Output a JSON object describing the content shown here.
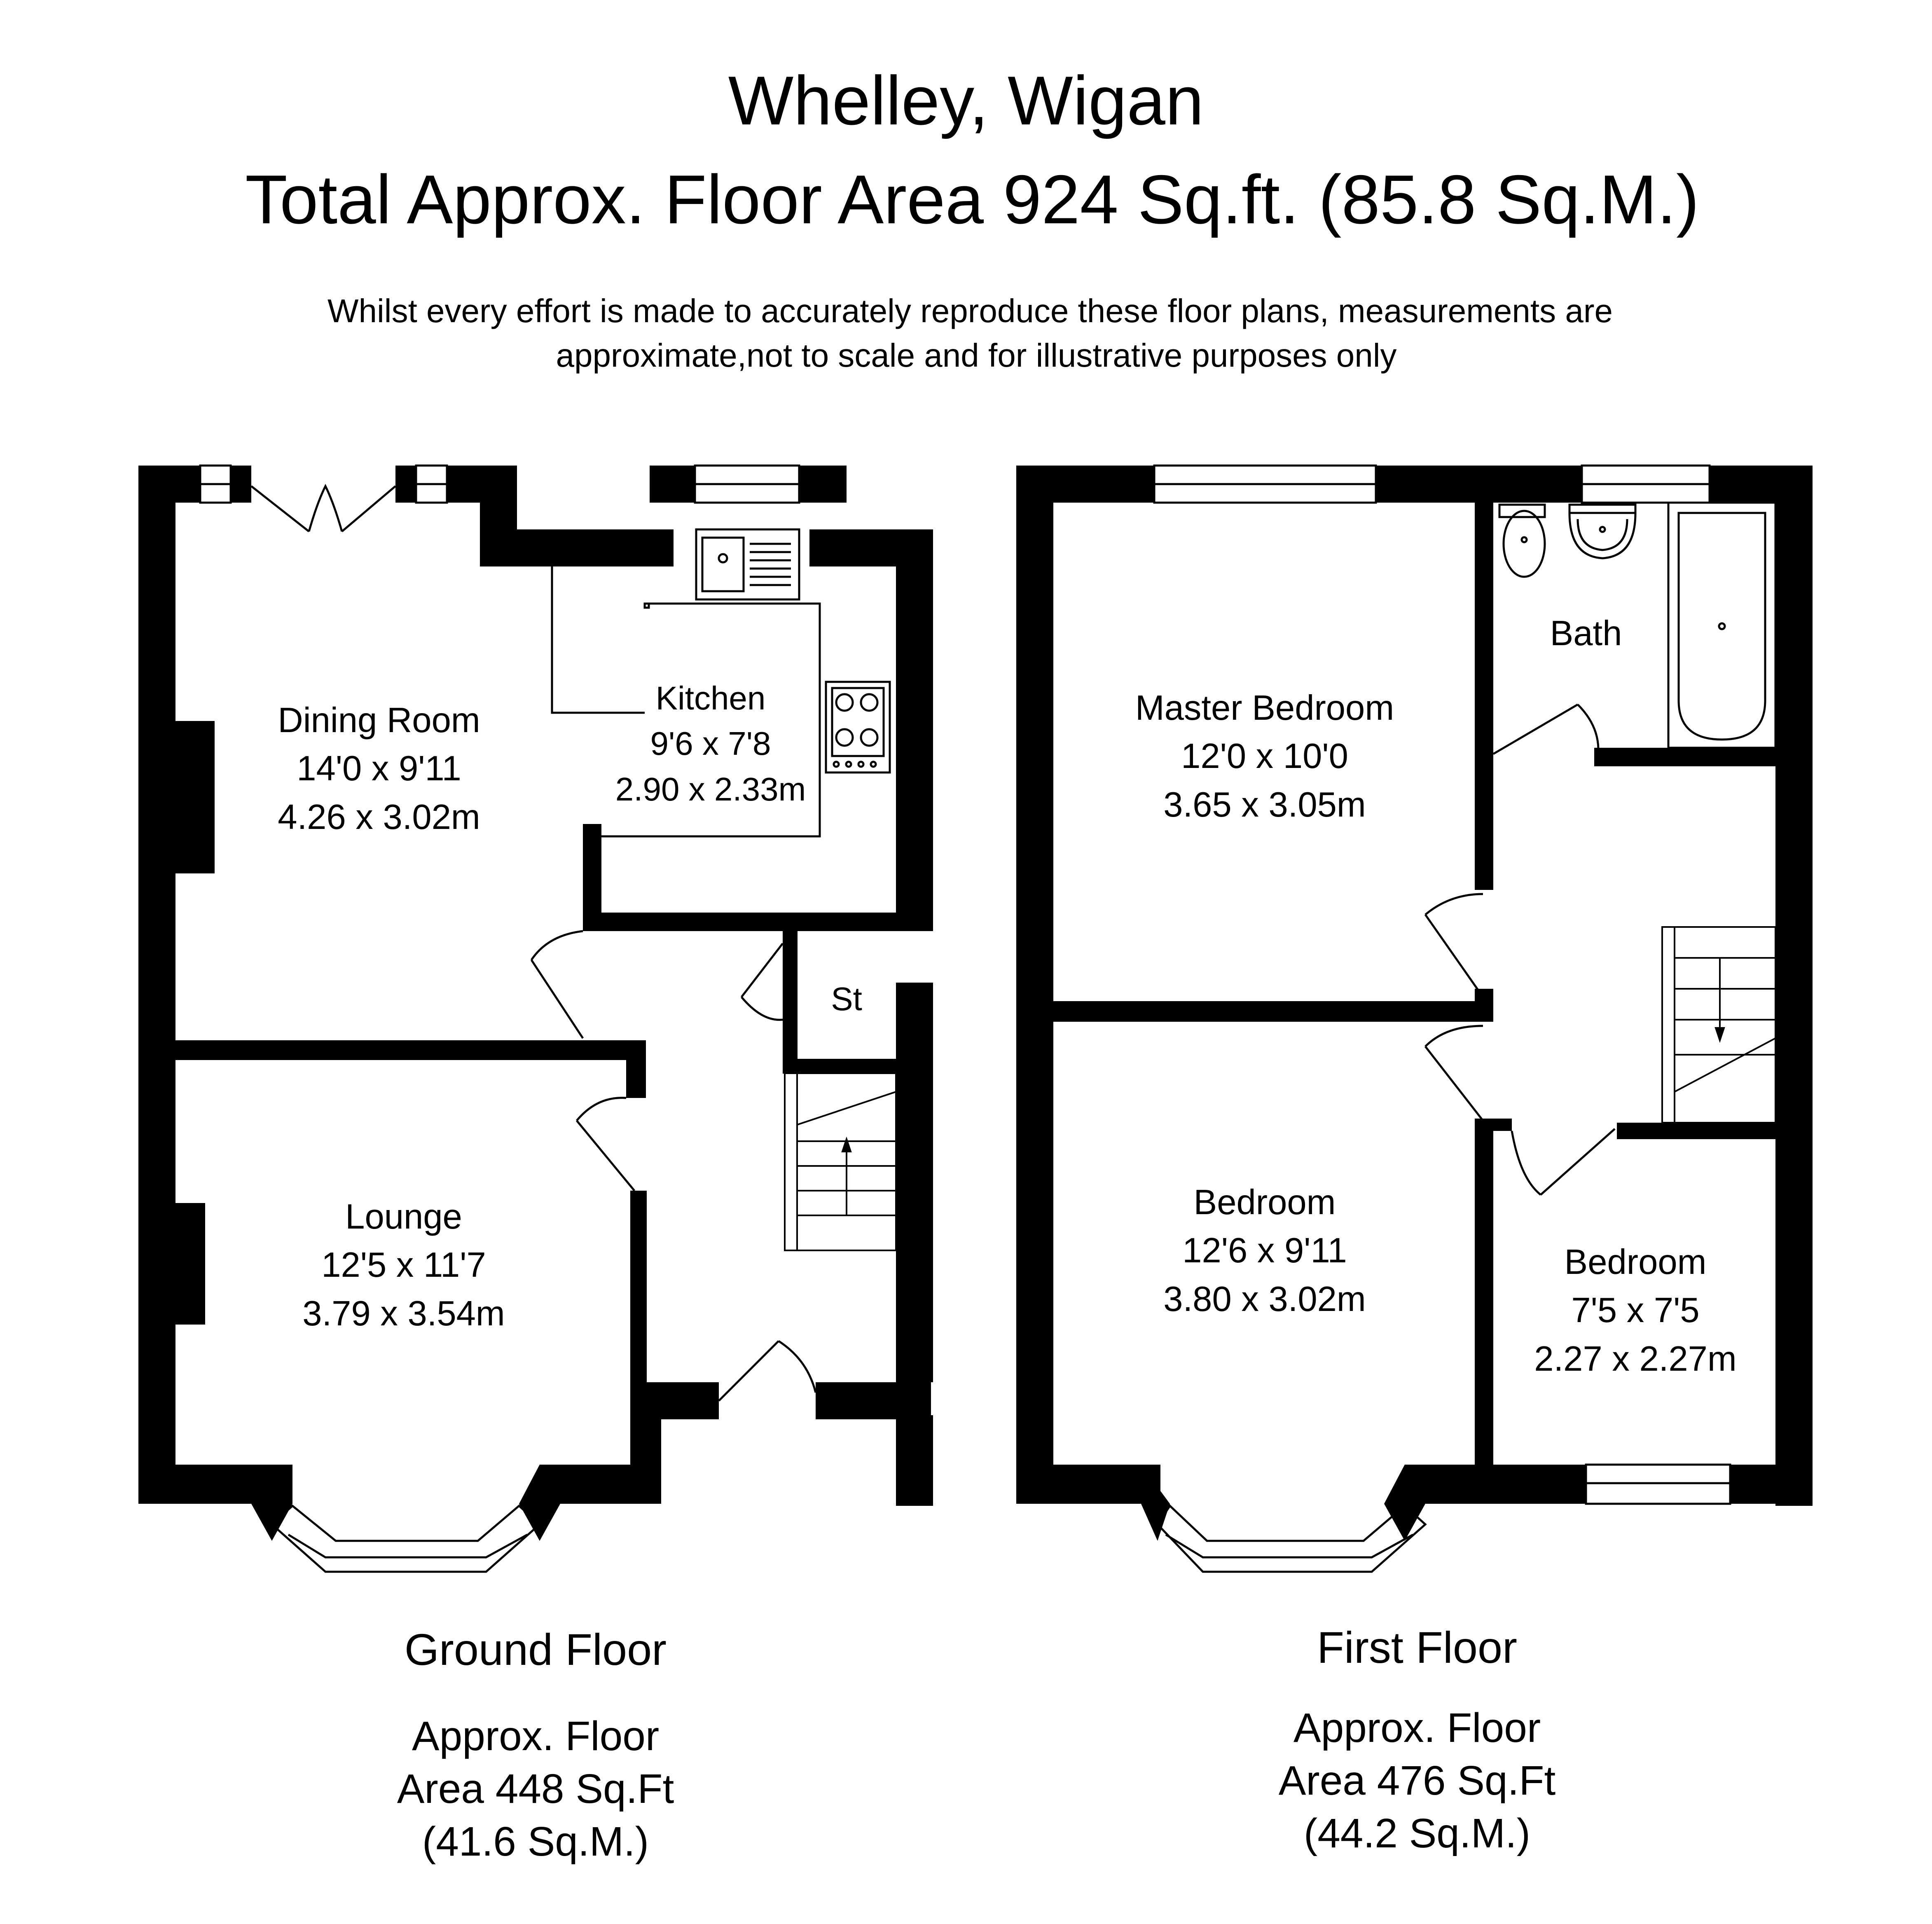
{
  "header": {
    "title": "Whelley, Wigan",
    "total_area": "Total Approx. Floor Area 924 Sq.ft. (85.8 Sq.M.)",
    "disclaimer_line1": "Whilst every effort is made to accurately reproduce these floor plans, measurements are",
    "disclaimer_line2": "approximate,not to scale and for illustrative purposes only"
  },
  "ground_floor": {
    "title": "Ground Floor",
    "area_line1": "Approx. Floor",
    "area_line2": "Area 448 Sq.Ft",
    "area_line3": "(41.6 Sq.M.)",
    "rooms": {
      "dining": {
        "name": "Dining Room",
        "imperial": "14'0 x 9'11",
        "metric": "4.26 x 3.02m"
      },
      "kitchen": {
        "name": "Kitchen",
        "imperial": "9'6 x 7'8",
        "metric": "2.90 x 2.33m"
      },
      "lounge": {
        "name": "Lounge",
        "imperial": "12'5 x 11'7",
        "metric": "3.79 x 3.54m"
      },
      "store": {
        "name": "St"
      }
    }
  },
  "first_floor": {
    "title": "First Floor",
    "area_line1": "Approx. Floor",
    "area_line2": "Area 476 Sq.Ft",
    "area_line3": "(44.2 Sq.M.)",
    "rooms": {
      "master": {
        "name": "Master Bedroom",
        "imperial": "12'0 x 10'0",
        "metric": "3.65 x 3.05m"
      },
      "bath": {
        "name": "Bath"
      },
      "bedroom2": {
        "name": "Bedroom",
        "imperial": "12'6 x 9'11",
        "metric": "3.80 x 3.02m"
      },
      "bedroom3": {
        "name": "Bedroom",
        "imperial": "7'5 x 7'5",
        "metric": "2.27 x 2.27m"
      }
    }
  }
}
